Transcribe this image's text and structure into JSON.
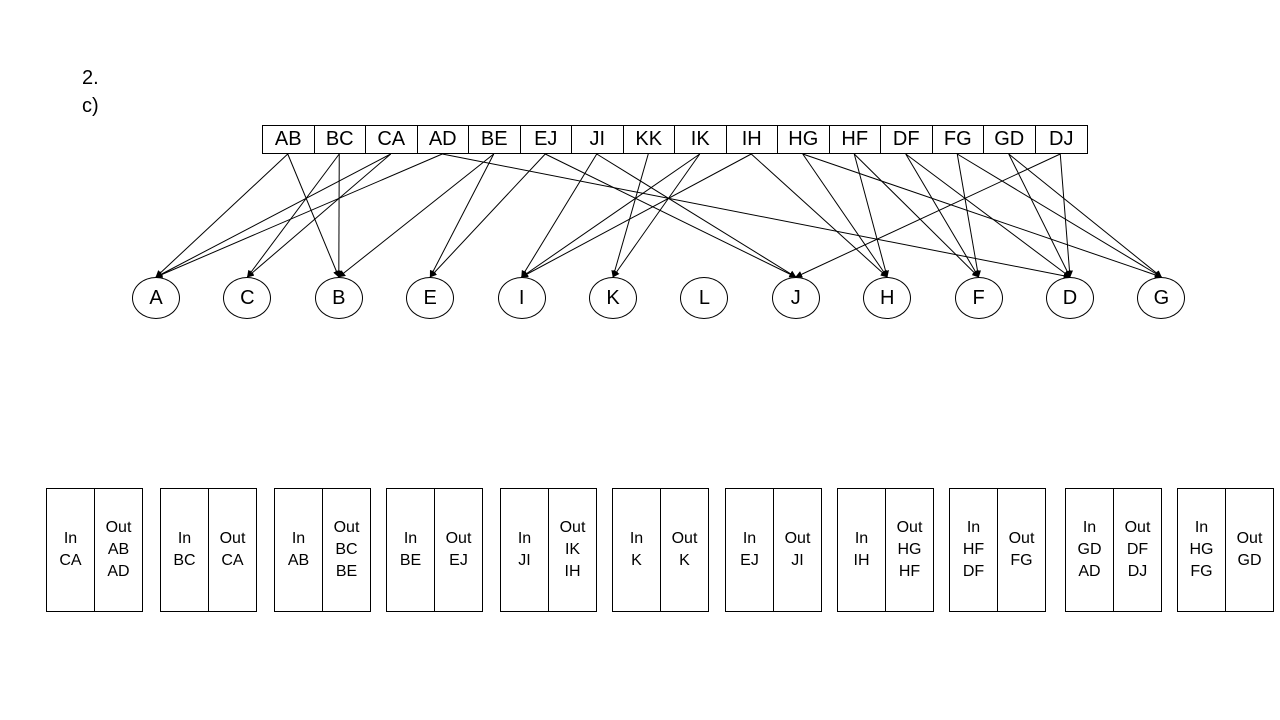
{
  "header": {
    "line1": "2.",
    "line2": "c)"
  },
  "edges": [
    "AB",
    "BC",
    "CA",
    "AD",
    "BE",
    "EJ",
    "JI",
    "KK",
    "IK",
    "IH",
    "HG",
    "HF",
    "DF",
    "FG",
    "GD",
    "DJ"
  ],
  "nodes": [
    "A",
    "C",
    "B",
    "E",
    "I",
    "K",
    "L",
    "J",
    "H",
    "F",
    "D",
    "G"
  ],
  "arrows": [
    {
      "from": "AB",
      "to": "A"
    },
    {
      "from": "AB",
      "to": "B"
    },
    {
      "from": "BC",
      "to": "C"
    },
    {
      "from": "BC",
      "to": "B"
    },
    {
      "from": "CA",
      "to": "A"
    },
    {
      "from": "CA",
      "to": "C"
    },
    {
      "from": "AD",
      "to": "A"
    },
    {
      "from": "AD",
      "to": "D"
    },
    {
      "from": "BE",
      "to": "B"
    },
    {
      "from": "BE",
      "to": "E"
    },
    {
      "from": "EJ",
      "to": "E"
    },
    {
      "from": "EJ",
      "to": "J"
    },
    {
      "from": "JI",
      "to": "J"
    },
    {
      "from": "JI",
      "to": "I"
    },
    {
      "from": "KK",
      "to": "K"
    },
    {
      "from": "IK",
      "to": "I"
    },
    {
      "from": "IK",
      "to": "K"
    },
    {
      "from": "IH",
      "to": "I"
    },
    {
      "from": "IH",
      "to": "H"
    },
    {
      "from": "HG",
      "to": "H"
    },
    {
      "from": "HG",
      "to": "G"
    },
    {
      "from": "HF",
      "to": "H"
    },
    {
      "from": "HF",
      "to": "F"
    },
    {
      "from": "DF",
      "to": "D"
    },
    {
      "from": "DF",
      "to": "F"
    },
    {
      "from": "FG",
      "to": "F"
    },
    {
      "from": "FG",
      "to": "G"
    },
    {
      "from": "GD",
      "to": "G"
    },
    {
      "from": "GD",
      "to": "D"
    },
    {
      "from": "DJ",
      "to": "D"
    },
    {
      "from": "DJ",
      "to": "J"
    }
  ],
  "tables": [
    {
      "in": [
        "In",
        "CA"
      ],
      "out": [
        "Out",
        "AB",
        "AD"
      ]
    },
    {
      "in": [
        "In",
        "BC"
      ],
      "out": [
        "Out",
        "CA"
      ]
    },
    {
      "in": [
        "In",
        "AB"
      ],
      "out": [
        "Out",
        "BC",
        "BE"
      ]
    },
    {
      "in": [
        "In",
        "BE"
      ],
      "out": [
        "Out",
        "EJ"
      ]
    },
    {
      "in": [
        "In",
        "JI"
      ],
      "out": [
        "Out",
        "IK",
        "IH"
      ]
    },
    {
      "in": [
        "In",
        "K"
      ],
      "out": [
        "Out",
        "K"
      ]
    },
    {
      "in": [
        "In",
        "EJ"
      ],
      "out": [
        "Out",
        "JI"
      ]
    },
    {
      "in": [
        "In",
        "IH"
      ],
      "out": [
        "Out",
        "HG",
        "HF"
      ]
    },
    {
      "in": [
        "In",
        "HF",
        "DF"
      ],
      "out": [
        "Out",
        "FG"
      ]
    },
    {
      "in": [
        "In",
        "GD",
        "AD"
      ],
      "out": [
        "Out",
        "DF",
        "DJ"
      ]
    },
    {
      "in": [
        "In",
        "HG",
        "FG"
      ],
      "out": [
        "Out",
        "GD"
      ]
    }
  ]
}
